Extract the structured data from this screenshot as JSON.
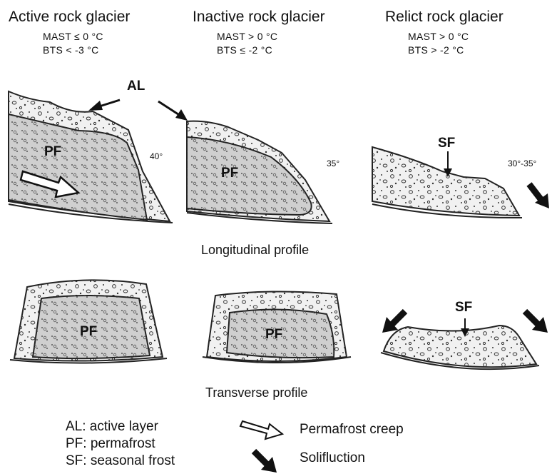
{
  "panels": [
    {
      "title": "Active rock glacier",
      "cond1": "MAST ≤ 0 °C",
      "cond2": "BTS < -3 °C",
      "angle": "40°"
    },
    {
      "title": "Inactive rock glacier",
      "cond1": "MAST > 0 °C",
      "cond2": "BTS ≤ -2 °C",
      "angle": "35°"
    },
    {
      "title": "Relict rock glacier",
      "cond1": "MAST > 0 °C",
      "cond2": "BTS > -2 °C",
      "angle": "30°-35°"
    }
  ],
  "labels": {
    "al": "AL",
    "pf": "PF",
    "sf": "SF"
  },
  "captions": {
    "longitudinal": "Longitudinal profile",
    "transverse": "Transverse profile"
  },
  "legend": {
    "al": "AL: active layer",
    "pf": "PF: permafrost",
    "sf": "SF: seasonal frost",
    "creep": "Permafrost creep",
    "solifluction": "Solifluction"
  },
  "colors": {
    "rubble": "#f1f1f1",
    "permafrost": "#cfcfcf",
    "ink": "#222222"
  }
}
